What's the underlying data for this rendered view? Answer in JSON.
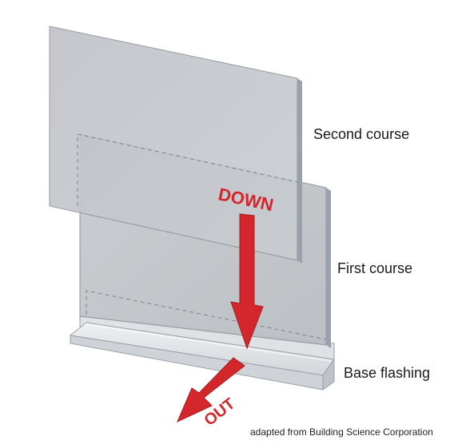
{
  "labels": {
    "second_course": "Second course",
    "first_course": "First course",
    "base_flashing": "Base flashing",
    "down": "DOWN",
    "out": "OUT"
  },
  "credit": "adapted from Building Science Corporation",
  "colors": {
    "arrow": "#d3272c",
    "sheet_fill": "#c4c7cc",
    "sheet_edge": "#8a9099",
    "flashing_fill": "#e2e4e7",
    "hidden_edge_dash": "#7d838b"
  },
  "icons": {
    "down_arrow": "arrow-down-icon",
    "out_arrow": "arrow-down-left-icon"
  }
}
